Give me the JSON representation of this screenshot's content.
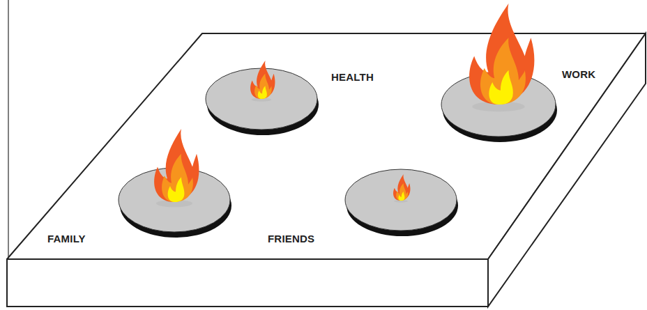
{
  "diagram": {
    "labels": [
      "HEALTH",
      "WORK",
      "FAMILY",
      "FRIENDS"
    ]
  }
}
